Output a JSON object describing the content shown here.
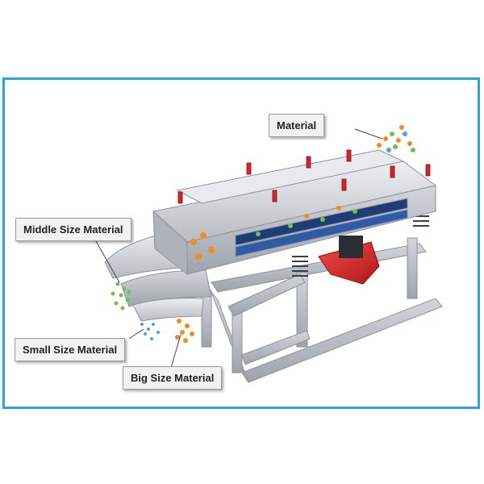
{
  "labels": {
    "material": "Material",
    "middle": "Middle Size Material",
    "small": "Small Size Material",
    "big": "Big Size Material"
  },
  "colors": {
    "frame_border": "#2aa3e0",
    "machine_steel": "#c9ccd1",
    "motor_red": "#d9252a",
    "mesh_blue": "#1e3c78",
    "particle_orange": "#f28c1a",
    "particle_green": "#6cc24a",
    "particle_blue": "#49a6e0"
  },
  "icons": [
    "linear-vibrating-screen-illustration"
  ]
}
